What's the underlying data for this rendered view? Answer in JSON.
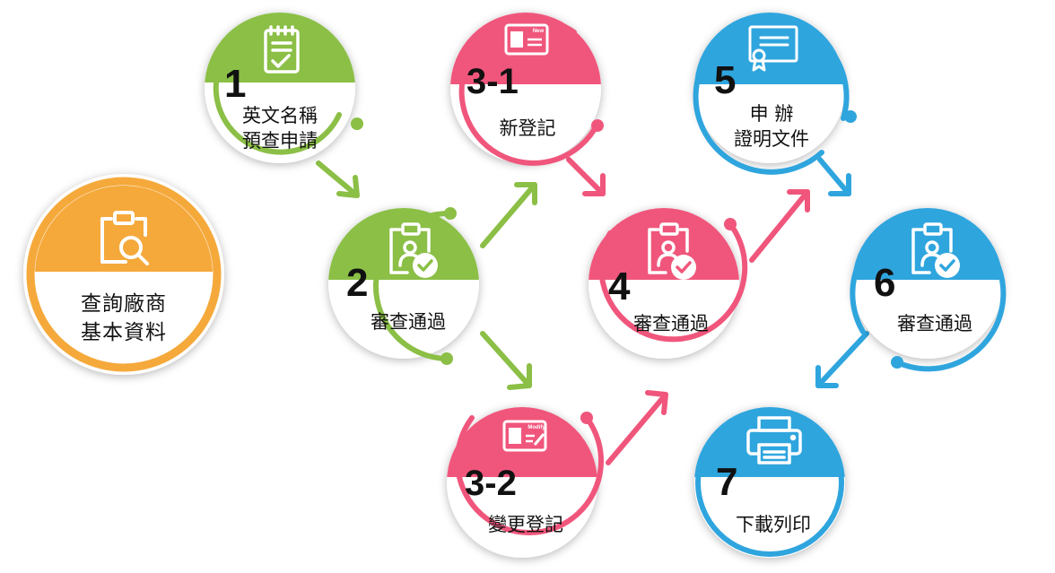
{
  "colors": {
    "orange": "#F5A93B",
    "green": "#8BBF46",
    "pink": "#F0567C",
    "blue": "#2FA5DE"
  },
  "start": {
    "label_line1": "查詢廠商",
    "label_line2": "基本資料",
    "icon": "clipboard-search-icon"
  },
  "steps": [
    {
      "id": "1",
      "number": "1",
      "line1": "英文名稱",
      "line2": "預查申請",
      "icon": "notepad-check-icon"
    },
    {
      "id": "2",
      "number": "2",
      "line1": "審查通過",
      "line2": "",
      "icon": "clipboard-approved-icon"
    },
    {
      "id": "3-1",
      "number": "3-1",
      "line1": "新登記",
      "line2": "",
      "icon": "new-id-card-icon",
      "badge": "New"
    },
    {
      "id": "3-2",
      "number": "3-2",
      "line1": "變更登記",
      "line2": "",
      "icon": "modify-id-card-icon",
      "badge": "Modify"
    },
    {
      "id": "4",
      "number": "4",
      "line1": "審查通過",
      "line2": "",
      "icon": "clipboard-approved-icon"
    },
    {
      "id": "5",
      "number": "5",
      "line1": "申 辦",
      "line2": "證明文件",
      "icon": "certificate-icon"
    },
    {
      "id": "6",
      "number": "6",
      "line1": "審查通過",
      "line2": "",
      "icon": "clipboard-approved-icon"
    },
    {
      "id": "7",
      "number": "7",
      "line1": "下載列印",
      "line2": "",
      "icon": "printer-icon"
    }
  ]
}
